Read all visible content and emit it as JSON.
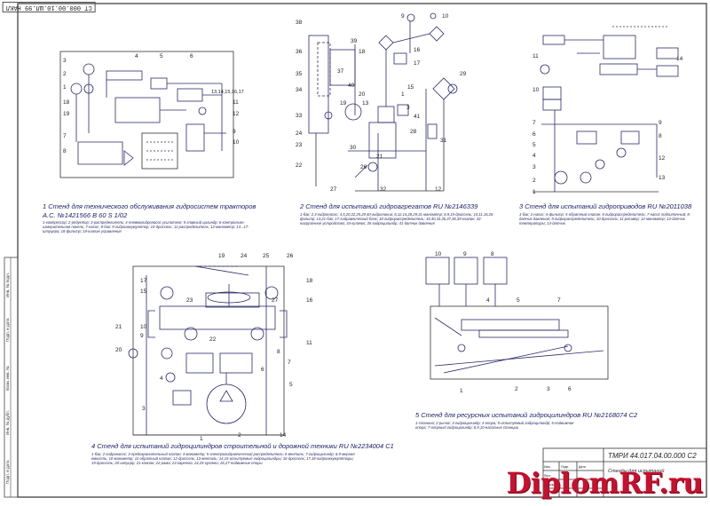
{
  "corner_stamp": "СТ 000.00.10.ШЛ.99 НАКЛ",
  "panels": [
    {
      "title": "1 Стенд для технического обслуживания гидросистем тракторов",
      "subtitle": "А.С. №1421566 В 60 S 1/02",
      "legend": "1-компрессор; 2-редуктор; 3-распределитель; 4-пневмогидронасос усилителя; 5-главный цилиндр; 6-контрольно-измерительная панель; 7-насос; 8-бак; 9-гидроаккумулятор; 10-дроссель; 11-распределитель; 12-манометр; 13...17-штуцера; 18-фильтр; 19-клапан управления"
    },
    {
      "title": "2 Стенд для испытаний гидроагрегатов RU №2146339",
      "legend": "1-бак; 2,3-гидронасос; 4,5,20,22,25,29,40-гидролинии; 6,12,14,28,29,31-манометр; 8,9,15-дроссель; 10,11,16,26-фильтр; 13,21-бак; 17-гидравлический блок; 18-гидрораспределитель; 19,30,33,36,37,38,39-клапан; 33-нагрузочное устройство; 34-кулачок; 35-гидроцилиндр; 41-датчик давления"
    },
    {
      "title": "3 Стенд для испытаний гидроприводов RU №2011038",
      "legend": "1-бак; 2-насос; 4-фильтр; 5-обратный клапан; 6-гидрораспределитель; 7-насос подпиточный; 8-датчик давления; 9-гидрораспределитель; 10-дроссель; 11-ресивер; 12-манометр; 13-датчик температуры; 14-датчик"
    },
    {
      "title": "4 Стенд для испытаний гидроцилиндров строительной и дорожной техники RU №2234004 С1",
      "legend": "1-бак; 2-гидронасос; 3-предохранительный клапан; 4-манометр; 5-электрогидравлический распределитель; 6-вентиль; 7-гидроцилиндр; 8,9-мерная емкость; 10-манометр; 11-обратный клапан; 12-дроссель; 13-вентиль; 14,15-испытуемые гидроцилиндры; 16-дроссель; 17,18-гидроаккумуляторы; 19-дроссель; 20-штуцер; 21-клапан; 22-рама; 23-каретка; 24,25-кулачки; 26,27-подвижные опоры"
    },
    {
      "title": "5 Стенд для ресурсных испытаний гидроцилиндров RU №2168074 С2",
      "legend": "1-станина; 2-рычаг; 3-гидроцилиндр; 4-опора; 5-испытуемый гидроцилиндр; 6-подвижная опора; 7-опорный гидроцилиндр; 8,9,10-насосные станции"
    }
  ],
  "title_block": {
    "code": "ТМРИ 44.017.04.00.000 С2",
    "name": "Стенды для испытаний",
    "rows": [
      "Изм.",
      "Лист",
      "№ докум.",
      "Подп.",
      "Дата"
    ]
  },
  "side_strip": [
    "Инв. № подл.",
    "Подп. и дата",
    "Взам. инв. №",
    "Инв. № дубл.",
    "Подп. и дата"
  ],
  "watermark": "DiplomRF.ru",
  "callouts": {
    "p1": [
      "3",
      "2",
      "1",
      "18",
      "19",
      "7",
      "8",
      "4",
      "5",
      "6",
      "13,14,15,16,17",
      "11",
      "12",
      "9",
      "10"
    ],
    "p2": [
      "38",
      "36",
      "35",
      "34",
      "33",
      "24",
      "23",
      "22",
      "27",
      "39",
      "37",
      "40",
      "19",
      "13",
      "30",
      "26",
      "32",
      "9",
      "10",
      "1",
      "29",
      "3",
      "41",
      "28",
      "31",
      "12",
      "18",
      "17",
      "16",
      "15",
      "20",
      "21"
    ],
    "p3": [
      "11",
      "10",
      "7",
      "6",
      "5",
      "4",
      "3",
      "2",
      "1",
      "14",
      "9",
      "8",
      "12",
      "13"
    ],
    "p4": [
      "17",
      "15",
      "21",
      "10",
      "20",
      "9",
      "23",
      "19",
      "24",
      "25",
      "26",
      "18",
      "27",
      "16",
      "11",
      "22",
      "8",
      "7",
      "6",
      "5",
      "4",
      "3",
      "2",
      "1",
      "14"
    ],
    "p5": [
      "10",
      "9",
      "8",
      "1",
      "4",
      "5",
      "7",
      "2",
      "3",
      "6"
    ]
  }
}
